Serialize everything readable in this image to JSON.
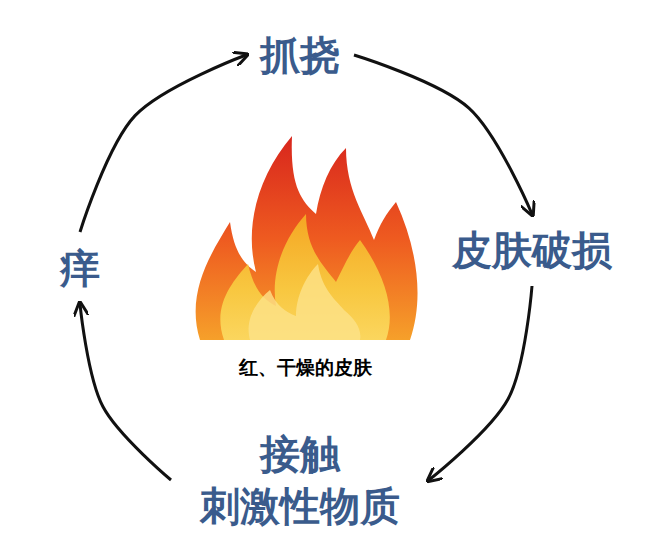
{
  "diagram": {
    "nodes": [
      {
        "text": [
          "抓挠"
        ]
      },
      {
        "text": [
          "痒"
        ]
      },
      {
        "text": [
          "皮肤破损"
        ]
      },
      {
        "text": [
          "接触 刺激性物质"
        ]
      }
    ],
    "edges": [
      {
        "from": 1,
        "to": 0,
        "arrow": "to"
      },
      {
        "from": 0,
        "to": 2,
        "arrow": "to"
      },
      {
        "from": 2,
        "to": 3,
        "arrow": "to"
      },
      {
        "from": 3,
        "to": 1,
        "arrow": "to"
      }
    ],
    "labels": [
      "红、干燥的皮肤"
    ]
  }
}
